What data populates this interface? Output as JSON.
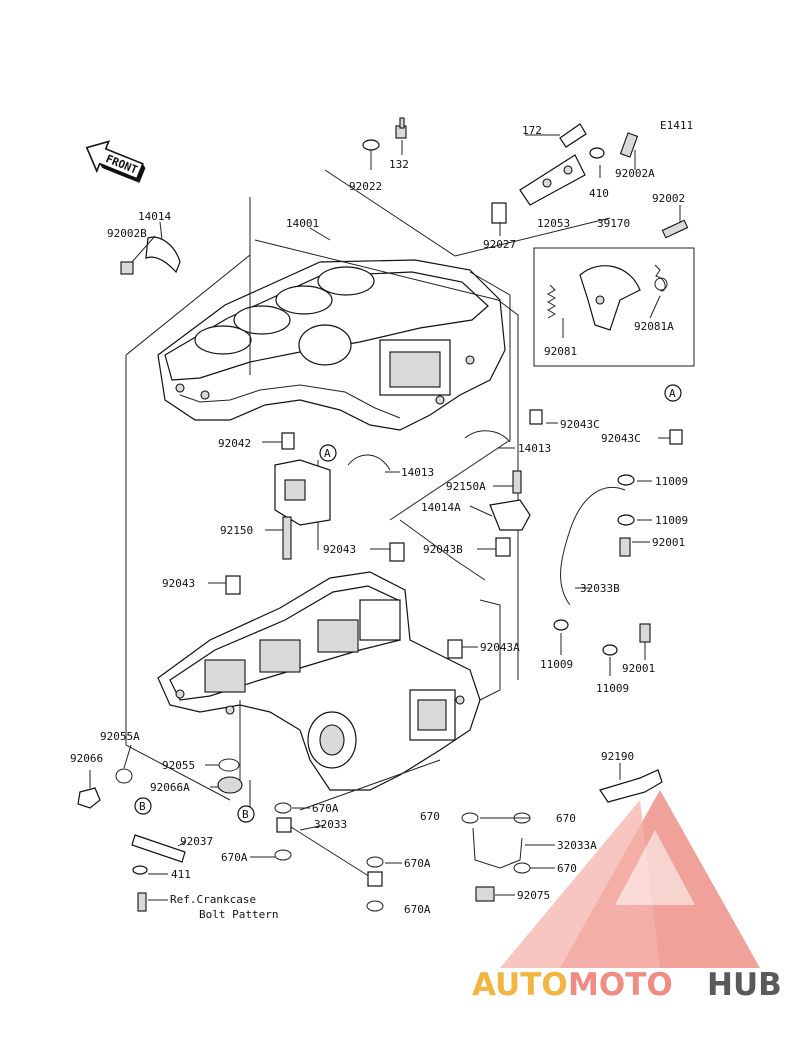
{
  "diagram_code": "E1411",
  "front_label": "FRONT",
  "callout_a": "A",
  "callout_b": "B",
  "labels": {
    "p172": "172",
    "p132": "132",
    "p92022": "92022",
    "p92002a": "92002A",
    "p410": "410",
    "p14014": "14014",
    "p92002b": "92002B",
    "p14001": "14001",
    "p92027": "92027",
    "p12053": "12053",
    "p39170": "39170",
    "p92002": "92002",
    "p92081": "92081",
    "p92081a": "92081A",
    "p92043c_1": "92043C",
    "p92043c_2": "92043C",
    "p92042": "92042",
    "p14013_1": "14013",
    "p14013_2": "14013",
    "p92150a": "92150A",
    "p14014a": "14014A",
    "p11009_1": "11009",
    "p11009_2": "11009",
    "p92001_1": "92001",
    "p92150": "92150",
    "p92043_1": "92043",
    "p92043b": "92043B",
    "p32033b": "32033B",
    "p92043_2": "92043",
    "p11009_3": "11009",
    "p92043a": "92043A",
    "p92001_2": "92001",
    "p11009_4": "11009",
    "p92055a": "92055A",
    "p92066": "92066",
    "p92055": "92055",
    "p92066a": "92066A",
    "p92190": "92190",
    "p670a_1": "670A",
    "p32033": "32033",
    "p670": "670",
    "p670_2": "670",
    "p32033a": "32033A",
    "p92037": "92037",
    "p670a_2": "670A",
    "p670_3": "670",
    "p670a_3": "670A",
    "p411": "411",
    "p92075": "92075",
    "p670a_4": "670A",
    "ref_line1": "Ref.Crankcase",
    "ref_line2": "Bolt Pattern"
  },
  "watermark": {
    "part1": "AUTO",
    "part2": "MOTO",
    "part3": "HUB",
    "color_auto": "#f2b640",
    "color_moto": "#ef8c84",
    "color_hub": "#5a5a5a",
    "triangle_color": "#e9766c"
  }
}
